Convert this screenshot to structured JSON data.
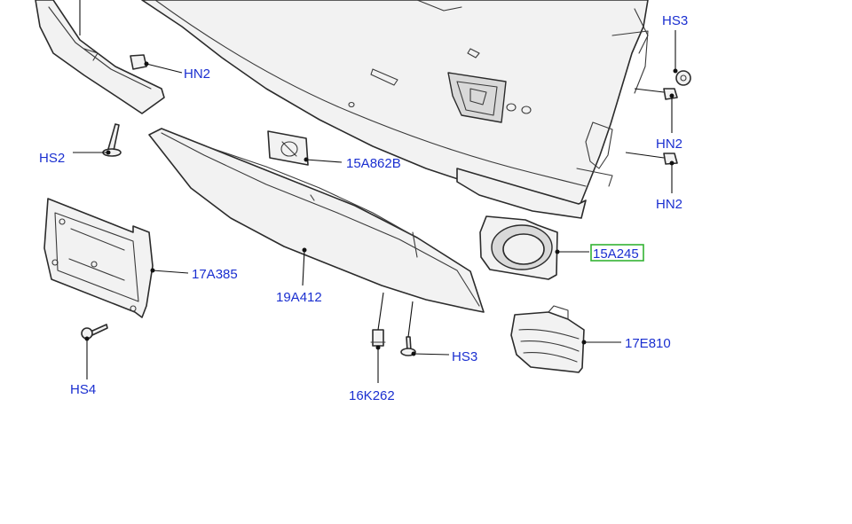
{
  "diagram": {
    "callouts": {
      "hs3_top": "HS3",
      "hn2_left": "HN2",
      "hs2": "HS2",
      "n15a862b": "15A862B",
      "hn2_right_upper": "HN2",
      "hn2_right_lower": "HN2",
      "n15a245": "15A245",
      "n17a385": "17A385",
      "n19a412": "19A412",
      "n17e810": "17E810",
      "hs3_bottom": "HS3",
      "hs4": "HS4",
      "n16k262": "16K262"
    },
    "highlighted_callout": "15A245",
    "colors": {
      "callout_text": "#1a2fd0",
      "highlight_box": "#33b233",
      "line_art": "#2b2b2b"
    }
  }
}
